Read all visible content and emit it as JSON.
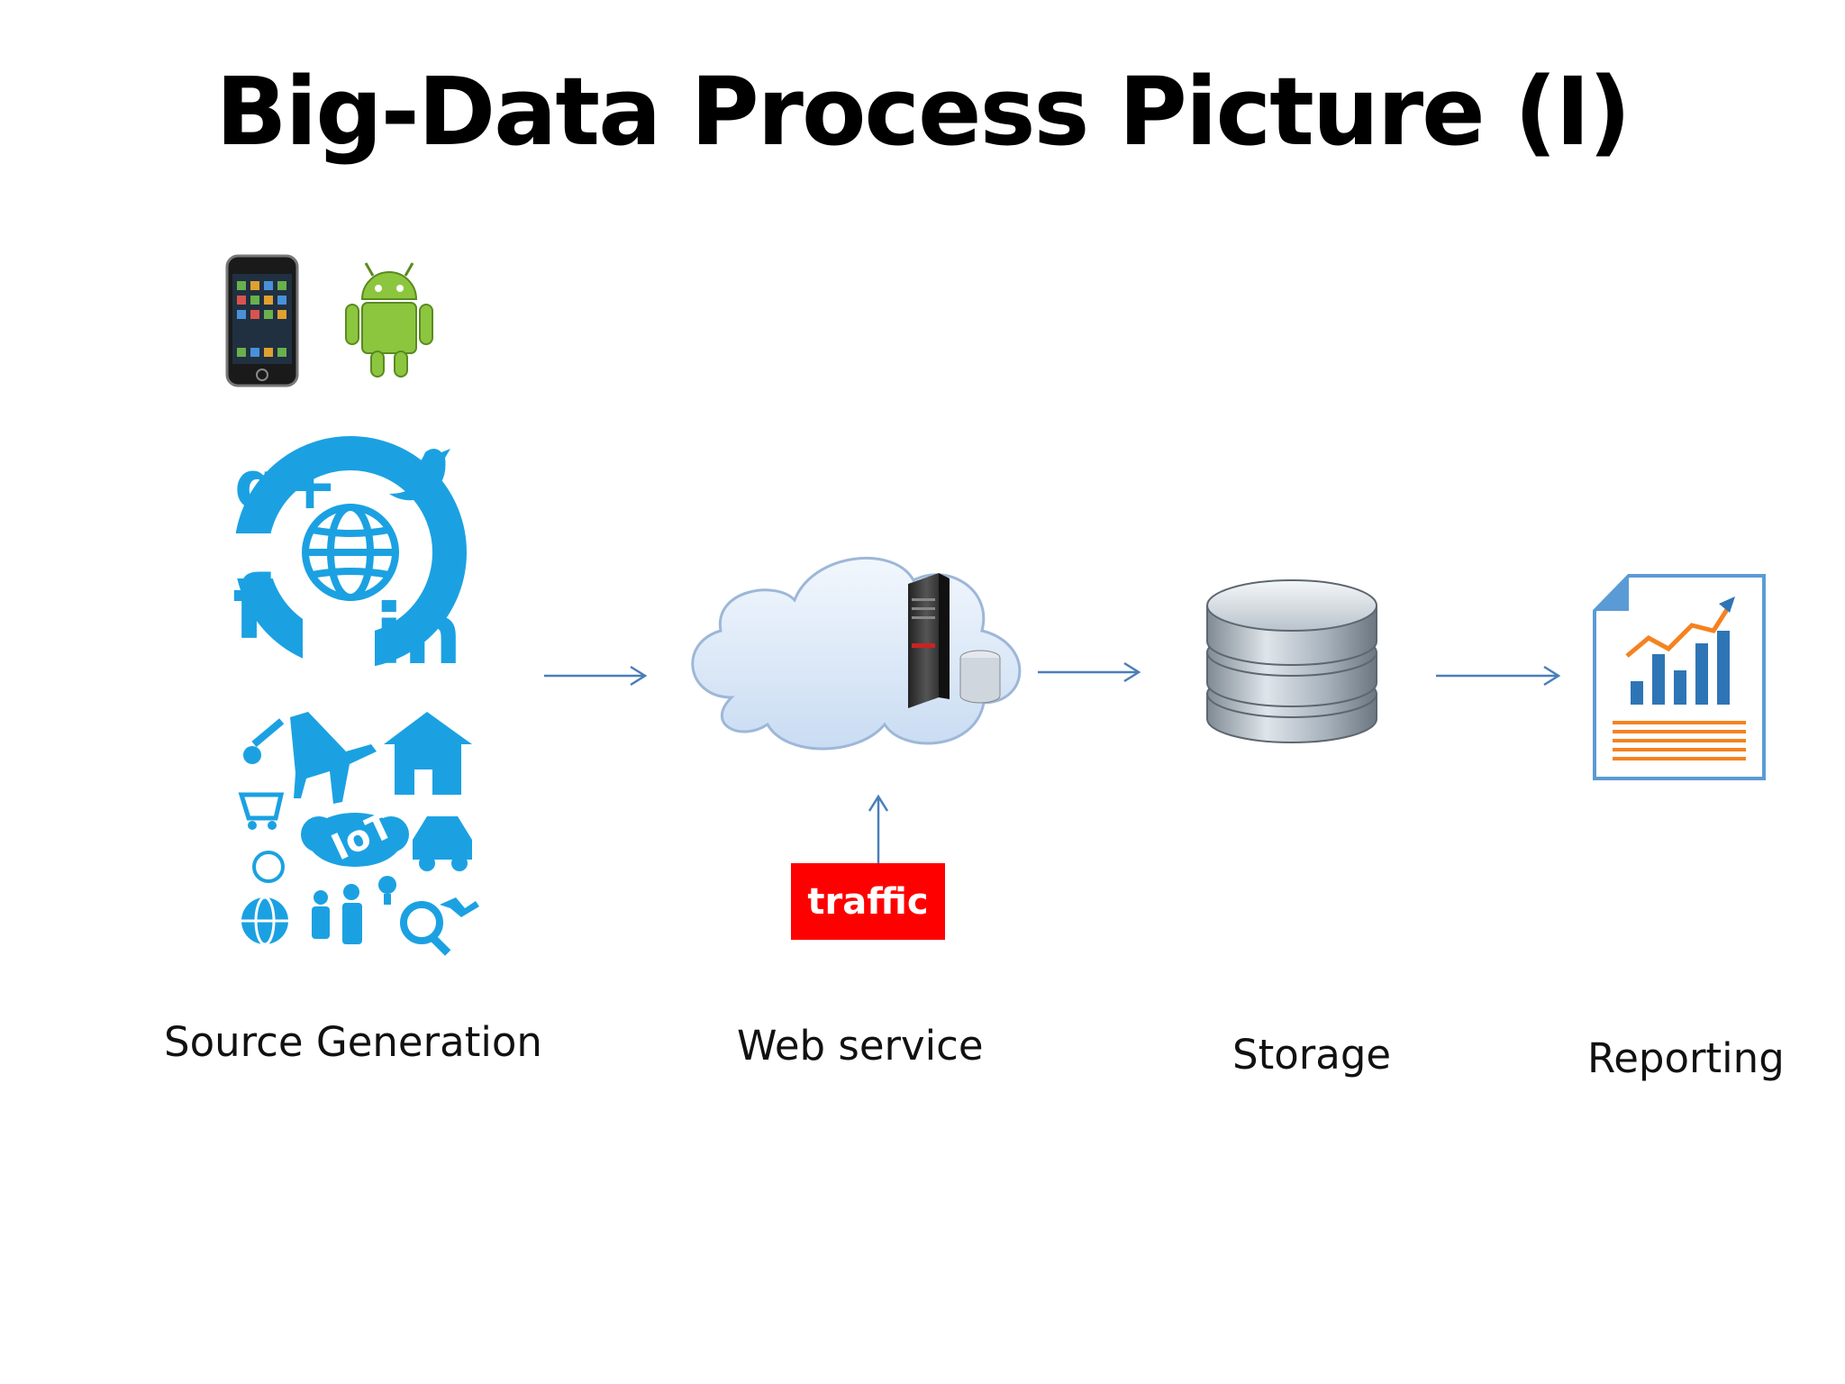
{
  "title": "Big-Data Process Picture (I)",
  "stages": {
    "source": "Source Generation",
    "web": "Web service",
    "storage": "Storage",
    "reporting": "Reporting"
  },
  "traffic_label": "traffic",
  "iot_label": "IoT",
  "social": {
    "gplus": "g+",
    "facebook": "f",
    "linkedin": "in"
  },
  "colors": {
    "social_blue": "#1ba1e2",
    "arrow_blue": "#4a7ebb",
    "traffic_red": "#ff0000",
    "report_orange": "#f58220",
    "report_blue": "#2e75b6",
    "android_green": "#8cc63f"
  },
  "icons": [
    "smartphone-icon",
    "android-icon",
    "social-network-icon",
    "iot-icon",
    "cloud-server-icon",
    "database-icon",
    "report-icon"
  ]
}
